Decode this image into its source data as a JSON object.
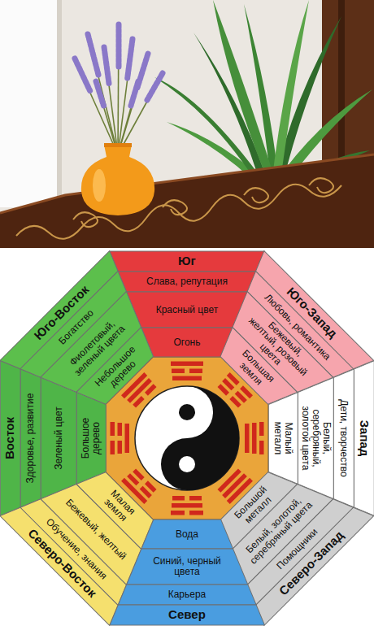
{
  "diagram": {
    "nodes": [
      {
        "text": [
          "Юг",
          "Слава, репутация",
          "Красный цвет",
          "Огонь"
        ]
      },
      {
        "text": [
          "Юго-Восток",
          "Богатство",
          "Фиолетовый, зеленый цвета",
          "Небольшое дерево"
        ]
      },
      {
        "text": [
          "Юго-Запад",
          "Любовь, романтика",
          "Бежевый, желтый, розовый цвета",
          "Большая земля"
        ]
      },
      {
        "text": [
          "Восток",
          "Здоровье, развитие",
          "Зеленый цвет",
          "Большое дерево"
        ]
      },
      {
        "text": [
          "Запад",
          "Дети, творчество",
          "Белый, серебряный, золотой цвета",
          "Малый металл"
        ]
      },
      {
        "text": [
          "Малая земля",
          "Бежевый, желтый",
          "Обучение, знания",
          "Северо-Восток"
        ]
      },
      {
        "text": [
          "Большой металл",
          "Белый, золотой, серебряный цвета",
          "Помощники",
          "Северо-Запад"
        ]
      },
      {
        "text": [
          "Вода",
          "Синий, черный цвета",
          "Карьера",
          "Север"
        ]
      }
    ]
  }
}
